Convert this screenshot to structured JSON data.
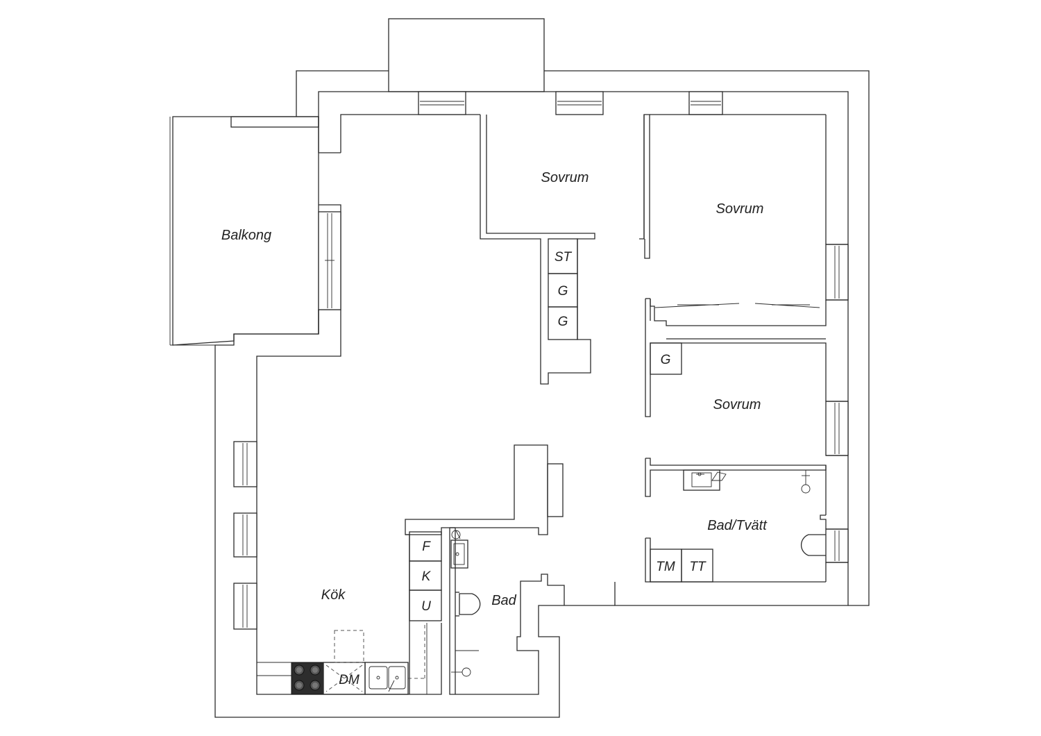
{
  "rooms": {
    "balkong": "Balkong",
    "kok": "Kök",
    "sovrum_1": "Sovrum",
    "sovrum_2": "Sovrum",
    "sovrum_3": "Sovrum",
    "bad": "Bad",
    "bad_tvatt": "Bad/Tvätt"
  },
  "fixtures": {
    "st": "ST",
    "g1": "G",
    "g2": "G",
    "g3": "G",
    "f": "F",
    "k": "K",
    "u": "U",
    "dm": "DM",
    "tm": "TM",
    "tt": "TT"
  }
}
